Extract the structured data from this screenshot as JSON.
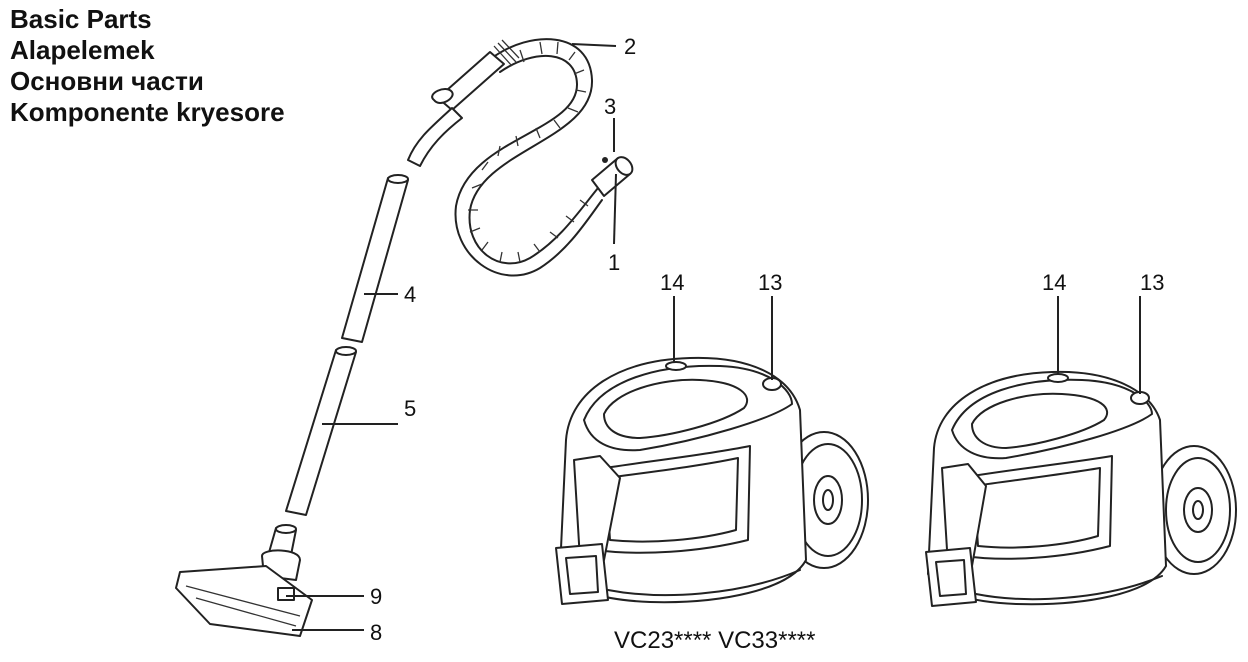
{
  "titles": [
    "Basic Parts",
    "Alapelemek",
    "Основни части",
    "Komponente kryesore"
  ],
  "callouts": {
    "c1": "1",
    "c2": "2",
    "c3": "3",
    "c4": "4",
    "c5": "5",
    "c8": "8",
    "c9": "9",
    "c14a": "14",
    "c13a": "13",
    "c14b": "14",
    "c13b": "13"
  },
  "caption": "VC23**** VC33****"
}
